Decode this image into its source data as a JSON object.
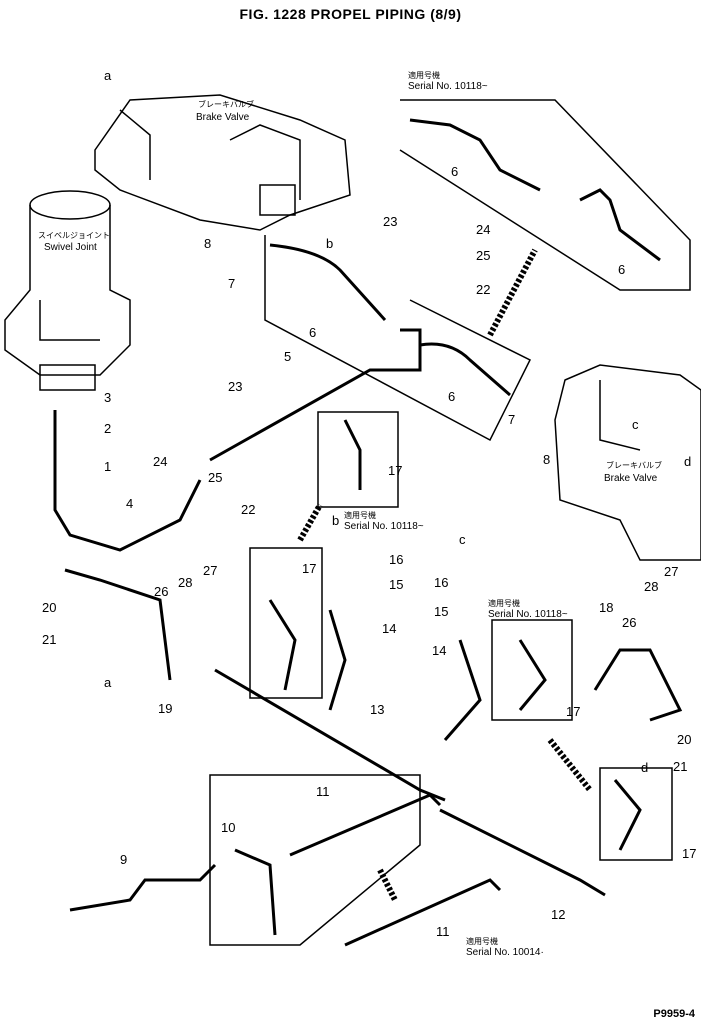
{
  "title": "FIG. 1228  PROPEL PIPING (8/9)",
  "components": {
    "brake_valve_jp": "ブレーキバルブ",
    "brake_valve": "Brake Valve",
    "swivel_joint_jp": "スイベルジョイント",
    "swivel_joint": "Swivel Joint"
  },
  "serial_notes": [
    {
      "jp": "適用号機",
      "text": "Serial No. 10118~"
    },
    {
      "jp": "適用号機",
      "text": "Serial No. 10118~"
    },
    {
      "jp": "適用号機",
      "text": "Serial No. 10118~"
    },
    {
      "jp": "適用号機",
      "text": "Serial No. 10014·"
    }
  ],
  "callouts": [
    "a",
    "b",
    "8",
    "7",
    "23",
    "24",
    "25",
    "22",
    "6",
    "6",
    "5",
    "23",
    "3",
    "2",
    "1",
    "24",
    "25",
    "22",
    "4",
    "17",
    "7",
    "8",
    "c",
    "d",
    "b",
    "16",
    "15",
    "c",
    "16",
    "15",
    "17",
    "14",
    "14",
    "20",
    "21",
    "a",
    "26",
    "28",
    "27",
    "19",
    "13",
    "18",
    "26",
    "28",
    "27",
    "17",
    "20",
    "21",
    "d",
    "10",
    "11",
    "9",
    "17",
    "12",
    "11",
    "6",
    "6"
  ],
  "drawing_code": "P9959-4"
}
